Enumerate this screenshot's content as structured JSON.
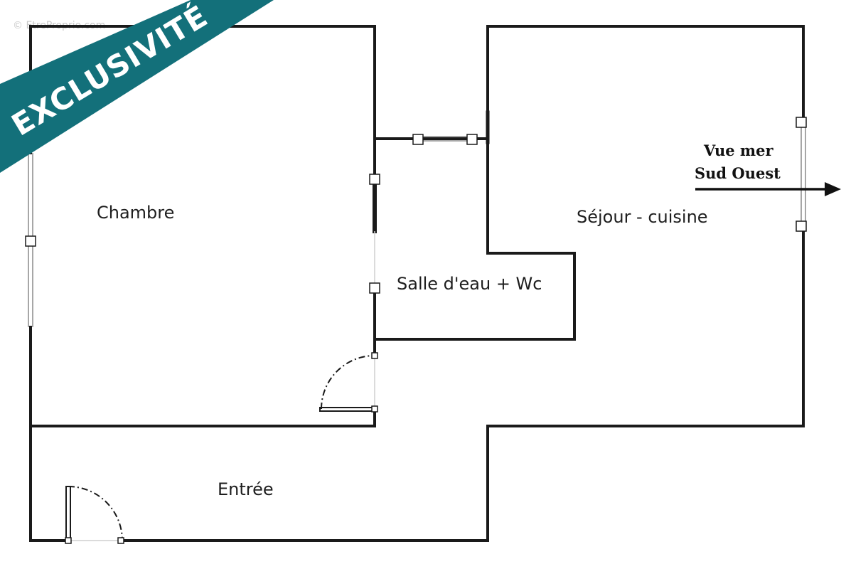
{
  "badge": {
    "label": "EXCLUSIVITÉ",
    "color": "#13707a"
  },
  "watermark": {
    "text": "© EtreProprio.com"
  },
  "rooms": {
    "chambre": "Chambre",
    "salle_eau": "Salle d'eau + Wc",
    "sejour": "Séjour - cuisine",
    "entree": "Entrée"
  },
  "view": {
    "line1": "Vue mer",
    "line2": "Sud Ouest",
    "icon": "arrow-right-icon"
  }
}
